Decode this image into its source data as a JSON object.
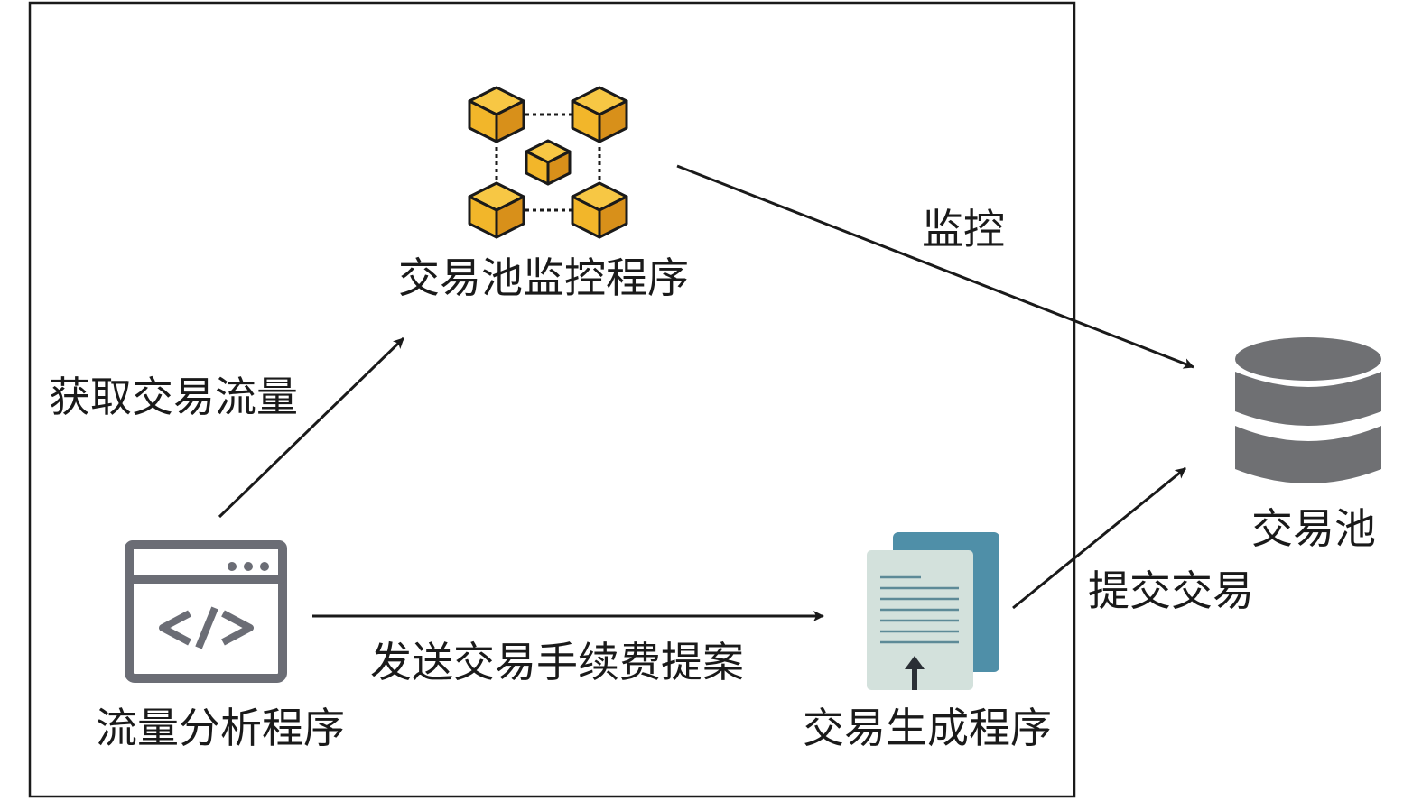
{
  "nodes": {
    "monitor": {
      "label": "交易池监控程序",
      "icon": "blockchain-network-icon"
    },
    "analysis": {
      "label": "流量分析程序",
      "icon": "code-window-icon"
    },
    "generator": {
      "label": "交易生成程序",
      "icon": "document-upload-icon"
    },
    "pool": {
      "label": "交易池",
      "icon": "database-icon"
    }
  },
  "edges": {
    "get_traffic": "获取交易流量",
    "monitor": "监控",
    "send_proposal": "发送交易手续费提案",
    "submit": "提交交易"
  },
  "colors": {
    "cube_face": "#f2b62a",
    "cube_dark": "#d8901a",
    "cube_top": "#f7c744",
    "code_window": "#6b6d75",
    "doc_back": "#4f8fa8",
    "doc_front": "#d3e1dc",
    "db_gray": "#6f7073"
  }
}
